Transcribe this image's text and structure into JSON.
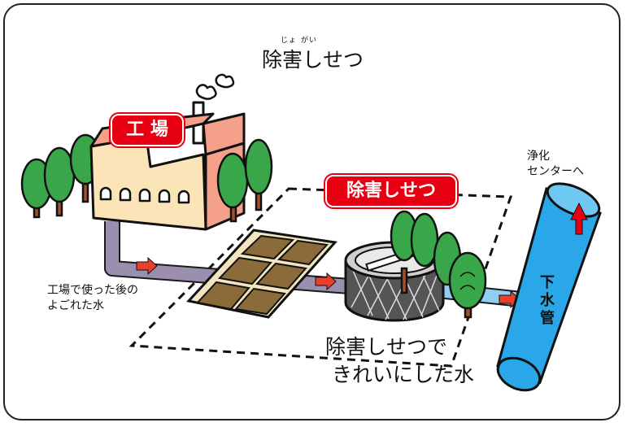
{
  "title": {
    "ruby_left": "じょ",
    "ruby_right": "がい",
    "text": "除害しせつ"
  },
  "factory_badge": "工 場",
  "facility_badge": "除害しせつ",
  "destination_label": [
    "浄化",
    "センターへ"
  ],
  "dirty_water_label": [
    "工場で使った後の",
    "よごれた水"
  ],
  "sewer_pipe_label": [
    "下",
    "水",
    "管"
  ],
  "clean_water_caption": [
    "除害しせつで",
    "きれいにした水"
  ],
  "colors": {
    "badge_red": "#e60012",
    "sewer_blue": "#2aa7e8",
    "dirty_pipe": "#9b8fb0",
    "clean_pipe": "#8fd0f0",
    "factory_wall": "#fbe5b8",
    "factory_roof": "#f4a08a",
    "tree_green": "#3aa64a",
    "sludge_brown": "#8b6b3a",
    "arrow_red": "#e8402a"
  }
}
